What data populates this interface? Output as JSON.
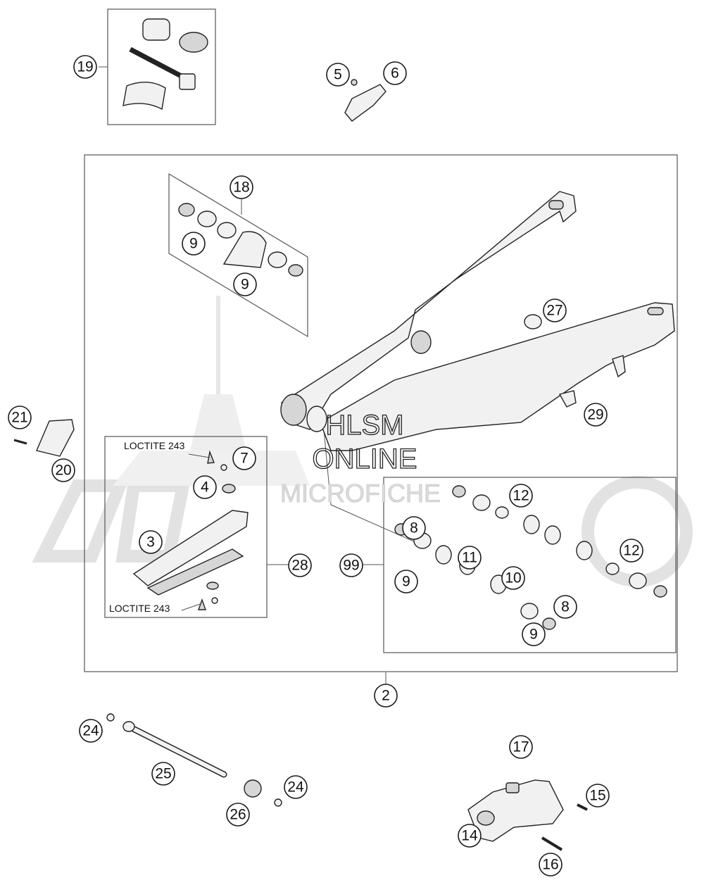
{
  "callouts": [
    {
      "id": "c19",
      "label": "19"
    },
    {
      "id": "c5",
      "label": "5"
    },
    {
      "id": "c6",
      "label": "6"
    },
    {
      "id": "c18",
      "label": "18"
    },
    {
      "id": "c9a",
      "label": "9"
    },
    {
      "id": "c9b",
      "label": "9"
    },
    {
      "id": "c27",
      "label": "27"
    },
    {
      "id": "c29",
      "label": "29"
    },
    {
      "id": "c21",
      "label": "21"
    },
    {
      "id": "c20",
      "label": "20"
    },
    {
      "id": "c7",
      "label": "7"
    },
    {
      "id": "c4",
      "label": "4"
    },
    {
      "id": "c3",
      "label": "3"
    },
    {
      "id": "c28",
      "label": "28"
    },
    {
      "id": "c99",
      "label": "99"
    },
    {
      "id": "c12a",
      "label": "12"
    },
    {
      "id": "c8a",
      "label": "8"
    },
    {
      "id": "c11",
      "label": "11"
    },
    {
      "id": "c9c",
      "label": "9"
    },
    {
      "id": "c10",
      "label": "10"
    },
    {
      "id": "c12b",
      "label": "12"
    },
    {
      "id": "c8b",
      "label": "8"
    },
    {
      "id": "c9d",
      "label": "9"
    },
    {
      "id": "c2",
      "label": "2"
    },
    {
      "id": "c24a",
      "label": "24"
    },
    {
      "id": "c25",
      "label": "25"
    },
    {
      "id": "c24b",
      "label": "24"
    },
    {
      "id": "c26",
      "label": "26"
    },
    {
      "id": "c17",
      "label": "17"
    },
    {
      "id": "c15",
      "label": "15"
    },
    {
      "id": "c14",
      "label": "14"
    },
    {
      "id": "c16",
      "label": "16"
    }
  ],
  "notes": {
    "loctite_top": "LOCTITE 243",
    "loctite_bottom": "LOCTITE 243"
  },
  "watermark": {
    "line1": "HLSM",
    "line2": "ONLINE",
    "line3": "MICROFICHE"
  }
}
